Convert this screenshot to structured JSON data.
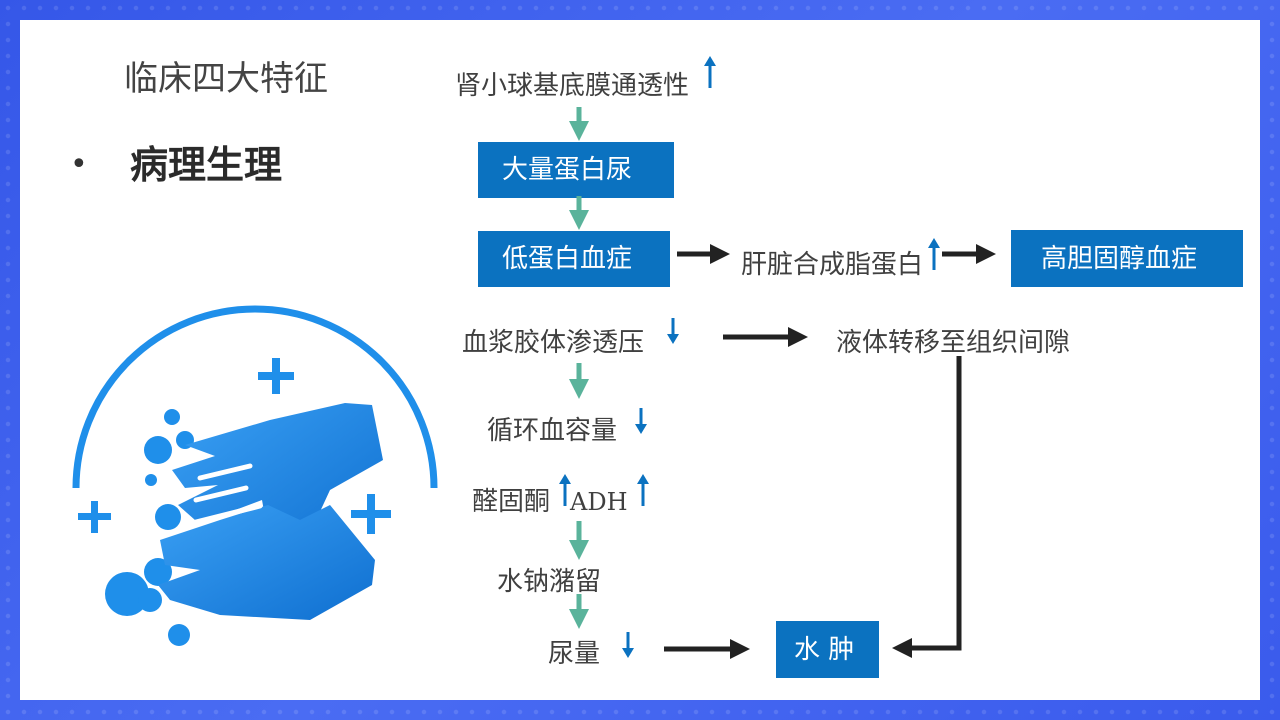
{
  "title": "临床四大特征",
  "bullet": "•",
  "section_heading": "病理生理",
  "nodes": {
    "gbm_permeability": "肾小球基底膜通透性",
    "proteinuria": "大量蛋白尿",
    "hypoproteinemia": "低蛋白血症",
    "liver_lipoprotein": "肝脏合成脂蛋白",
    "hypercholesterolemia": "高胆固醇血症",
    "plasma_oncotic_pressure": "血浆胶体渗透压",
    "fluid_shift": "液体转移至组织间隙",
    "circulating_volume": "循环血容量",
    "aldosterone": "醛固酮",
    "adh": "ADH",
    "water_sodium_retention": "水钠潴留",
    "urine_output": "尿量",
    "edema": "水 肿"
  },
  "colors": {
    "background_border": "#3f63f0",
    "box_fill": "#0b72c0",
    "flow_arrow": "#5ab39b",
    "link_arrow": "#222222",
    "trend_arrow": "#0b72c0",
    "hands_icon": "#1f8fea"
  },
  "icons": {
    "handwash": "hand-washing-icon",
    "trend_up": "up-arrow-icon",
    "trend_down": "down-arrow-icon"
  }
}
